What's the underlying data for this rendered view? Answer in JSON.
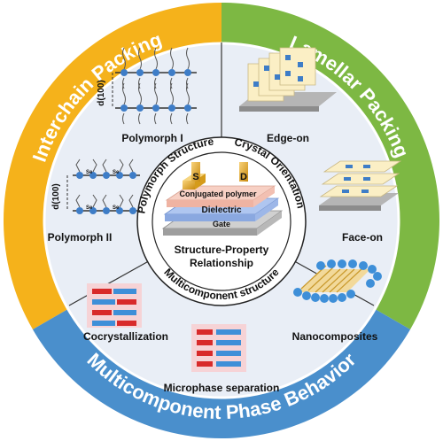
{
  "ring": {
    "interchain": "Interchain Packing",
    "lamellar": "Lamellar Packing",
    "multicomponent": "Multicomponent Phase Behavior"
  },
  "inner_ring": {
    "polymorph_structure": "Polymorph Structure",
    "crystal_orientation": "Crystal Orientation",
    "multicomponent_structure": "Multicomponent structure"
  },
  "center": {
    "line1": "Structure-Property",
    "line2": "Relationship",
    "device": {
      "source": "S",
      "drain": "D",
      "semiconductor": "Conjugated polymer",
      "dielectric": "Dielectric",
      "gate": "Gate"
    }
  },
  "sectors": {
    "polymorph1": "Polymorph I",
    "polymorph2": "Polymorph II",
    "d100_a": "d(100)",
    "d100_b": "d(100)",
    "se": "Se",
    "edge_on": "Edge-on",
    "face_on": "Face-on",
    "cocrystallization": "Cocrystallization",
    "microphase": "Microphase separation",
    "nanocomposites": "Nanocomposites"
  },
  "colors": {
    "yellow": "#F5B21B",
    "green": "#7DB843",
    "blue": "#4A8FCC",
    "panel": "#E9EEF6",
    "divider": "#222222"
  }
}
